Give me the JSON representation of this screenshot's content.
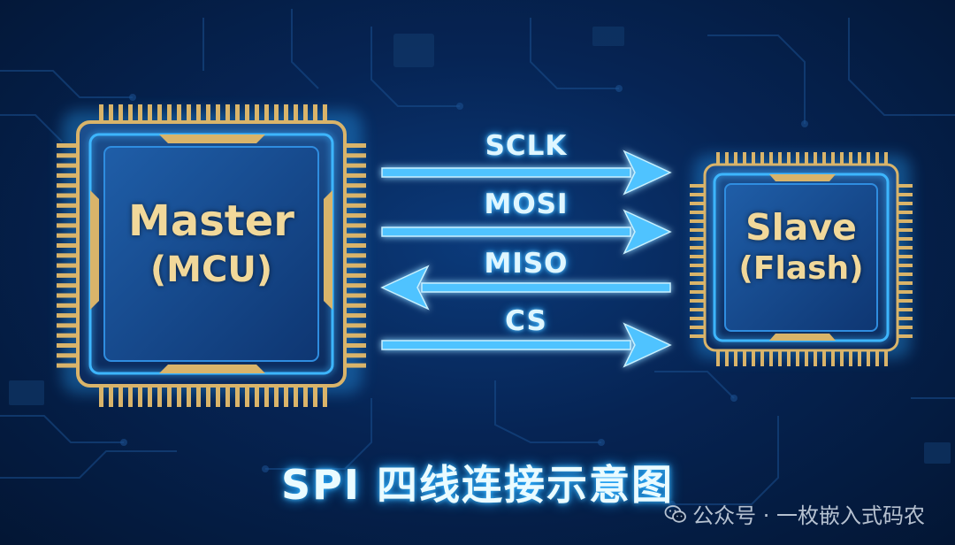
{
  "master": {
    "title": "Master",
    "subtitle": "(MCU)"
  },
  "slave": {
    "title": "Slave",
    "subtitle": "(Flash)"
  },
  "signals": [
    {
      "name": "SCLK",
      "direction": "right"
    },
    {
      "name": "MOSI",
      "direction": "right"
    },
    {
      "name": "MISO",
      "direction": "left"
    },
    {
      "name": "CS",
      "direction": "right"
    }
  ],
  "caption": "SPI 四线连接示意图",
  "watermark": {
    "text": "公众号 · 一枚嵌入式码农",
    "icon": "wechat-icon"
  },
  "colors": {
    "chip_gold": "#d9b46a",
    "glow_blue": "#2aa8ff",
    "background": "#031634"
  }
}
